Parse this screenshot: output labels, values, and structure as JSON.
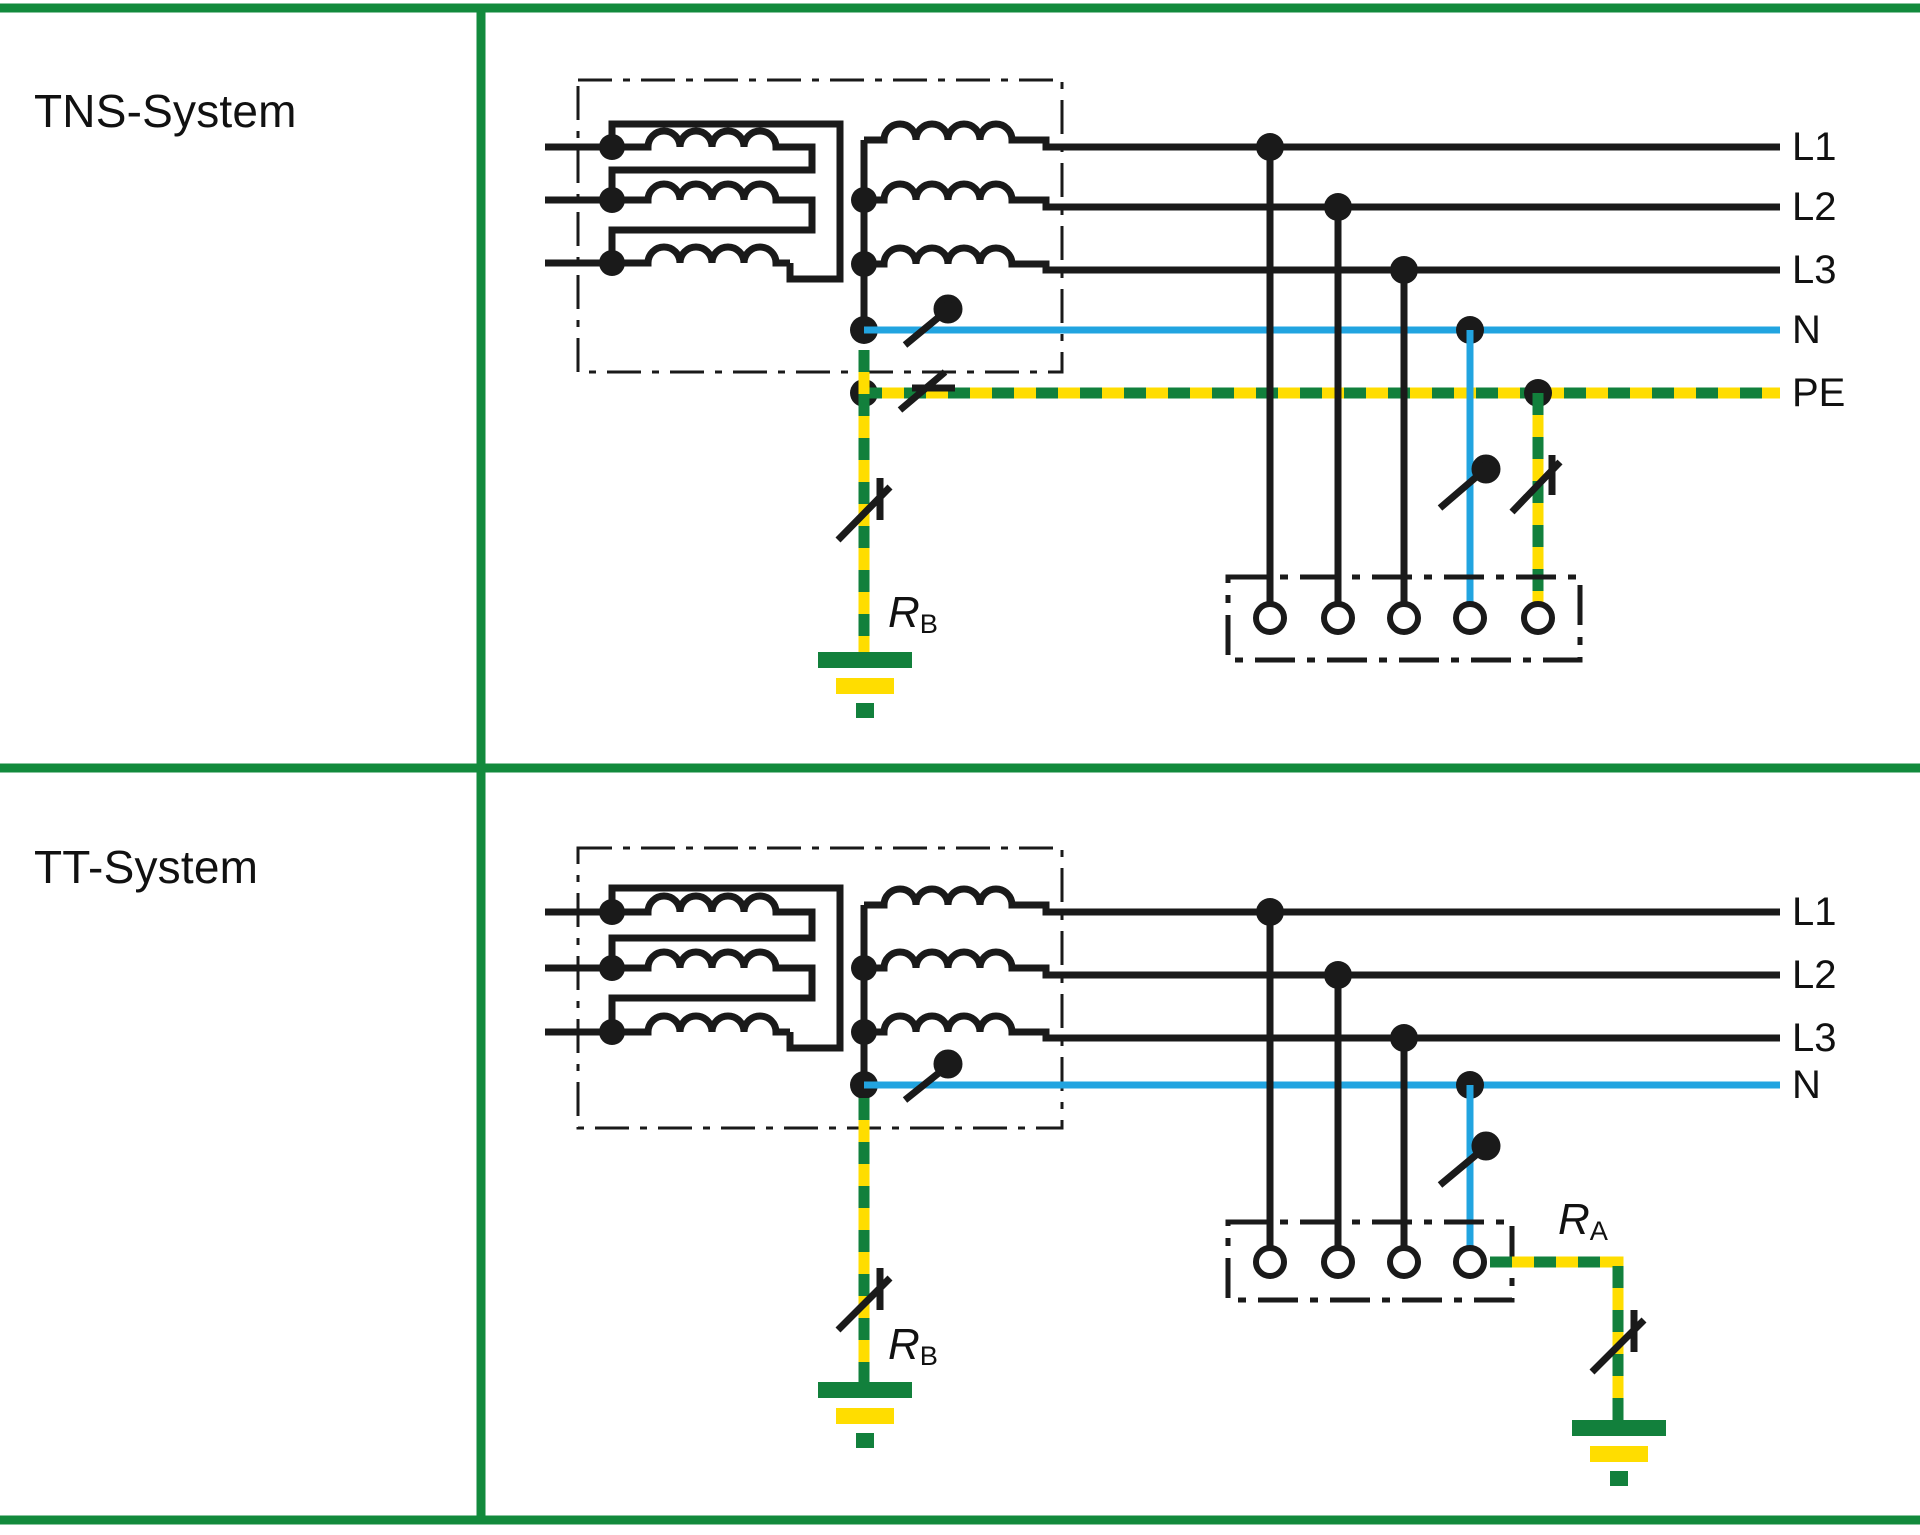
{
  "page": {
    "title": "Earthing system diagrams: TN-S and TT",
    "background_color": "#ffffff",
    "frame_color": "#128a3c"
  },
  "colors": {
    "frame_green": "#128a3c",
    "wire_black": "#1a1a1a",
    "neutral_blue": "#22a4e0",
    "pe_green": "#12803c",
    "pe_yellow": "#ffdd00",
    "text": "#111111"
  },
  "panels": [
    {
      "id": "tns",
      "title": "TNS-System",
      "conductor_labels": [
        {
          "name": "L1",
          "text": "L1",
          "color": "#1a1a1a"
        },
        {
          "name": "L2",
          "text": "L2",
          "color": "#1a1a1a"
        },
        {
          "name": "L3",
          "text": "L3",
          "color": "#1a1a1a"
        },
        {
          "name": "N",
          "text": "N",
          "color": "#22a4e0"
        },
        {
          "name": "PE",
          "text": "PE",
          "color": "#12803c"
        }
      ],
      "resistors": [
        {
          "name": "RB",
          "symbol": "R",
          "subscript": "B"
        }
      ],
      "transformer": {
        "primary": "delta",
        "secondary": "star",
        "primary_phases": 3,
        "secondary_phases": 3
      },
      "socket_outlet": {
        "terminal_count": 5,
        "terminals": [
          "L1",
          "L2",
          "L3",
          "N",
          "PE"
        ]
      },
      "earth_electrodes": 1
    },
    {
      "id": "tt",
      "title": "TT-System",
      "conductor_labels": [
        {
          "name": "L1",
          "text": "L1",
          "color": "#1a1a1a"
        },
        {
          "name": "L2",
          "text": "L2",
          "color": "#1a1a1a"
        },
        {
          "name": "L3",
          "text": "L3",
          "color": "#1a1a1a"
        },
        {
          "name": "N",
          "text": "N",
          "color": "#22a4e0"
        }
      ],
      "resistors": [
        {
          "name": "RB",
          "symbol": "R",
          "subscript": "B"
        },
        {
          "name": "RA",
          "symbol": "R",
          "subscript": "A"
        }
      ],
      "transformer": {
        "primary": "delta",
        "secondary": "star",
        "primary_phases": 3,
        "secondary_phases": 3
      },
      "socket_outlet": {
        "terminal_count": 4,
        "terminals": [
          "L1",
          "L2",
          "L3",
          "N"
        ]
      },
      "earth_electrodes": 2
    }
  ],
  "labels": {
    "tns_title": "TNS-System",
    "tt_title": "TT-System",
    "l1": "L1",
    "l2": "L2",
    "l3": "L3",
    "n": "N",
    "pe": "PE",
    "r": "R",
    "sub_a": "A",
    "sub_b": "B"
  }
}
